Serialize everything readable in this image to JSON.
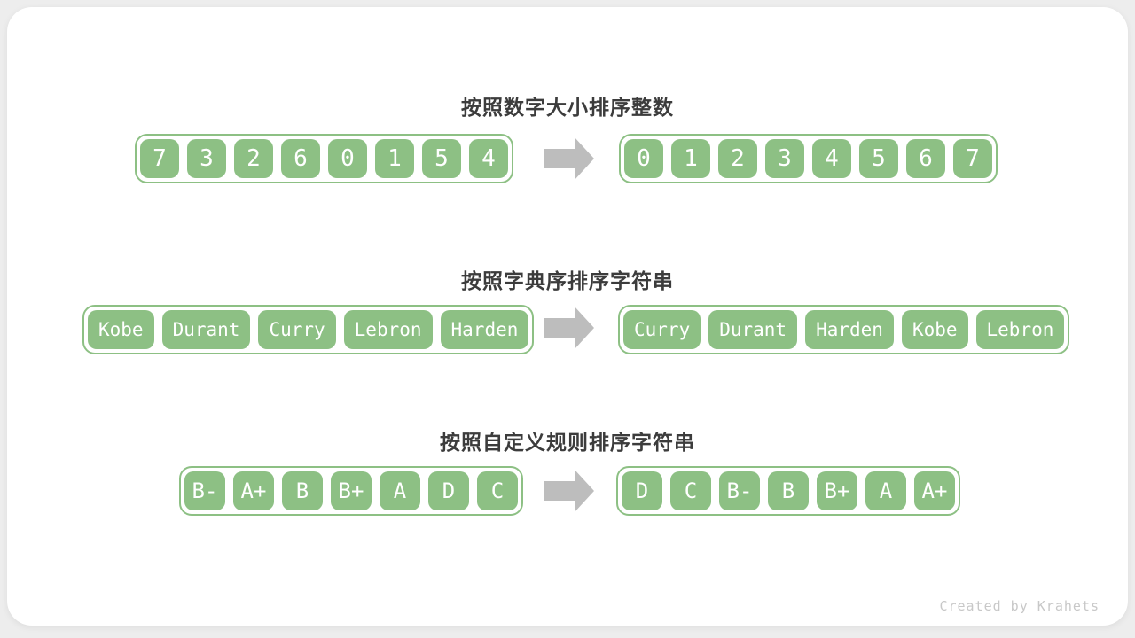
{
  "credit": "Created by Krahets",
  "colors": {
    "green": "#8dc084",
    "arrow_gray": "#bdbdbd",
    "title_text": "#3c3c3c",
    "card_bg": "#ffffff",
    "page_bg": "#ededed",
    "credit_text": "#c8c8c8"
  },
  "sections": [
    {
      "title": "按照数字大小排序整数",
      "before": [
        "7",
        "3",
        "2",
        "6",
        "0",
        "1",
        "5",
        "4"
      ],
      "after": [
        "0",
        "1",
        "2",
        "3",
        "4",
        "5",
        "6",
        "7"
      ]
    },
    {
      "title": "按照字典序排序字符串",
      "before": [
        "Kobe",
        "Durant",
        "Curry",
        "Lebron",
        "Harden"
      ],
      "after": [
        "Curry",
        "Durant",
        "Harden",
        "Kobe",
        "Lebron"
      ]
    },
    {
      "title": "按照自定义规则排序字符串",
      "before": [
        "B-",
        "A+",
        "B",
        "B+",
        "A",
        "D",
        "C"
      ],
      "after": [
        "D",
        "C",
        "B-",
        "B",
        "B+",
        "A",
        "A+"
      ]
    }
  ]
}
